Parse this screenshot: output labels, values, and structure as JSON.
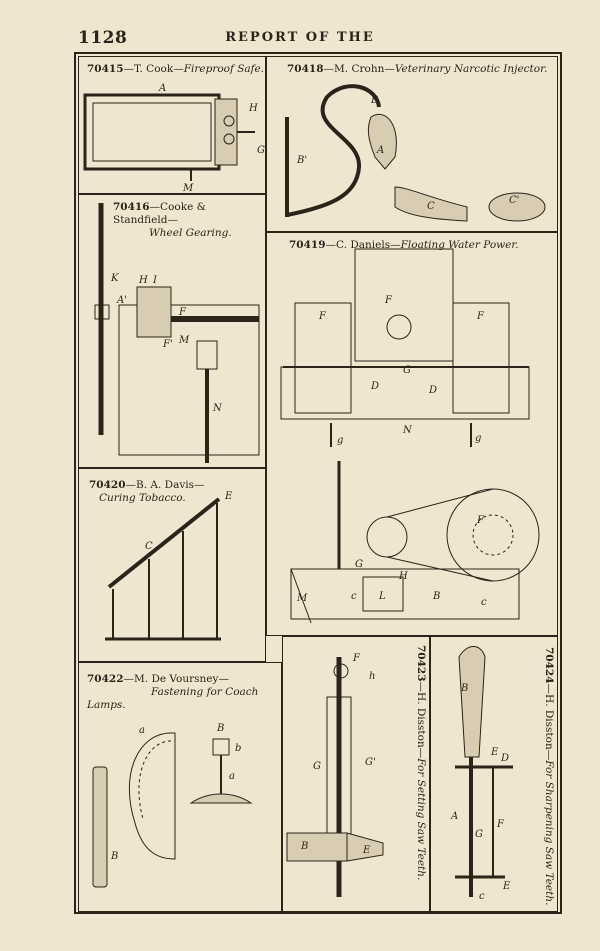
{
  "header": {
    "page_number": "1128",
    "running_head": "REPORT OF THE"
  },
  "patents": [
    {
      "number": "70415",
      "inventor": "T. Cook",
      "title": "Fireproof Safe.",
      "labels": [
        "A",
        "H",
        "G",
        "M"
      ]
    },
    {
      "number": "70418",
      "inventor": "M. Crohn",
      "title": "Veterinary Narcotic Injector.",
      "labels": [
        "B",
        "A",
        "B'",
        "C",
        "C'"
      ]
    },
    {
      "number": "70416",
      "inventor": "Cooke & Standfield",
      "title": "Wheel Gearing.",
      "labels": [
        "K",
        "H",
        "I",
        "A'",
        "F",
        "F'",
        "M",
        "N"
      ]
    },
    {
      "number": "70419",
      "inventor": "C. Daniels",
      "title": "Floating Water Power.",
      "labels": [
        "F",
        "F",
        "F",
        "G",
        "D",
        "D",
        "N",
        "g",
        "g"
      ]
    },
    {
      "number": "70420",
      "inventor": "B. A. Davis",
      "title": "Curing Tobacco.",
      "labels": [
        "E",
        "C"
      ]
    },
    {
      "number": "70422",
      "inventor": "M. De Voursney",
      "title": "Fastening for Coach Lamps.",
      "labels": [
        "a",
        "B",
        "b",
        "a",
        "B"
      ]
    },
    {
      "number": "70423",
      "inventor": "H. Disston",
      "title": "For Setting Saw Teeth.",
      "labels": [
        "F",
        "h",
        "G",
        "G'",
        "B",
        "E"
      ]
    },
    {
      "number": "70424",
      "inventor": "H. Disston",
      "title": "For Sharpening Saw Teeth.",
      "labels": [
        "B",
        "E",
        "D",
        "F",
        "A",
        "G",
        "E",
        "c"
      ]
    }
  ],
  "machine_labels": [
    "F",
    "G",
    "H",
    "M",
    "c",
    "L",
    "B",
    "c"
  ]
}
